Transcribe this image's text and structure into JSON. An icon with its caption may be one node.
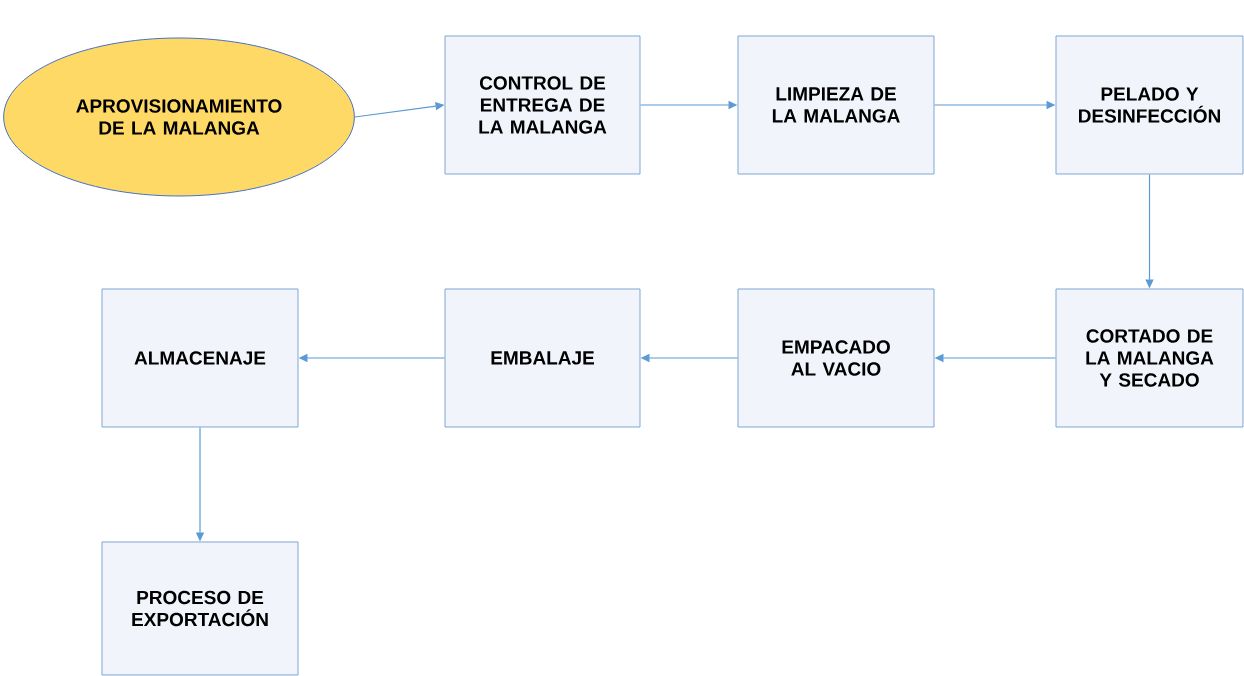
{
  "diagram": {
    "nodes": [
      {
        "text": [
          "APROVISIONAMIENTO DE LA MALANGA"
        ]
      },
      {
        "text": [
          "CONTROL DE ENTREGA DE LA MALANGA"
        ]
      },
      {
        "text": [
          "LIMPIEZA DE LA MALANGA"
        ]
      },
      {
        "text": [
          "PELADO Y DESINFECCIÓN"
        ]
      },
      {
        "text": [
          "ALMACENAJE"
        ]
      },
      {
        "text": [
          "EMBALAJE"
        ]
      },
      {
        "text": [
          "EMPACADO AL VACIO"
        ]
      },
      {
        "text": [
          "CORTADO DE LA MALANGA Y SECADO"
        ]
      },
      {
        "text": [
          "PROCESO DE EXPORTACIÓN"
        ]
      }
    ],
    "edges": [
      {
        "from": 0,
        "to": 1,
        "arrow": "to"
      },
      {
        "from": 1,
        "to": 2,
        "arrow": "to"
      },
      {
        "from": 2,
        "to": 3,
        "arrow": "to"
      },
      {
        "from": 3,
        "to": 7,
        "arrow": "to"
      },
      {
        "from": 7,
        "to": 6,
        "arrow": "to"
      },
      {
        "from": 6,
        "to": 5,
        "arrow": "to"
      },
      {
        "from": 5,
        "to": 4,
        "arrow": "to"
      },
      {
        "from": 4,
        "to": 8,
        "arrow": "to"
      }
    ]
  }
}
